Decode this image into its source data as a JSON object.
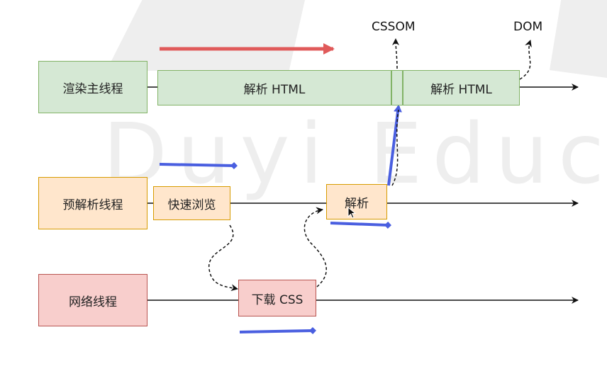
{
  "watermark": {
    "line1": "Duyi Educ"
  },
  "threads": {
    "render_main": "渲染主线程",
    "preparse": "预解析线程",
    "network": "网络线程"
  },
  "tasks": {
    "parse_html_1": "解析 HTML",
    "parse_html_2": "解析 HTML",
    "quick_browse": "快速浏览",
    "parse": "解析",
    "download_css": "下载 CSS"
  },
  "outputs": {
    "cssom": "CSSOM",
    "dom": "DOM"
  },
  "colors": {
    "green_fill": "#d5e8d4",
    "green_stroke": "#82b366",
    "orange_fill": "#ffe6cc",
    "orange_stroke": "#d79b00",
    "red_fill": "#f8cecc",
    "red_stroke": "#b85450",
    "highlight_red": "#e05a5a",
    "highlight_blue": "#4a5fe0"
  }
}
